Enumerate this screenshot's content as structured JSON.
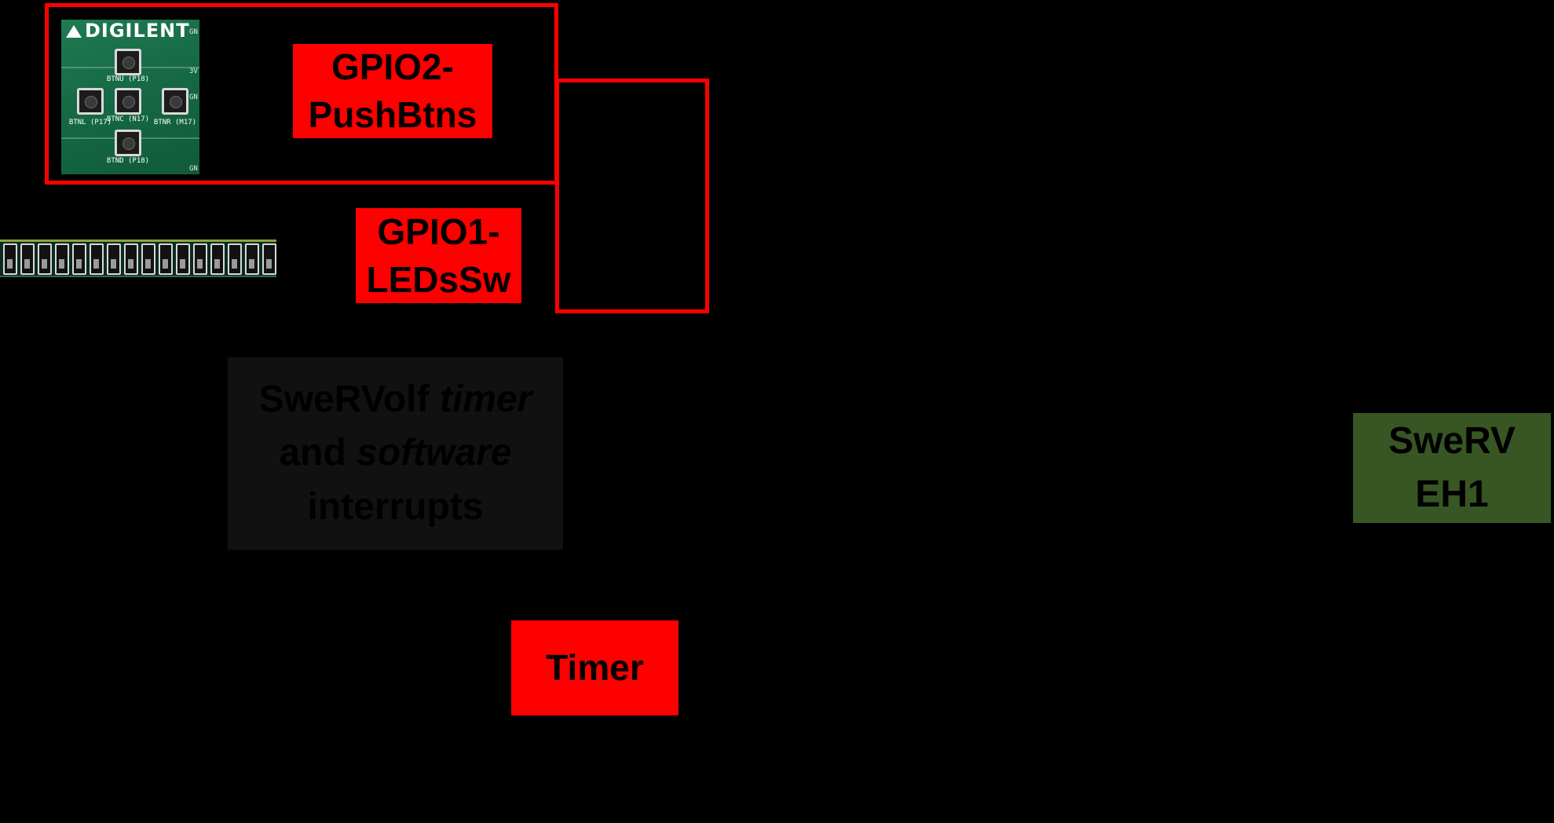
{
  "diagram": {
    "background_color": "#000000",
    "accent_red": "#ff0000",
    "core_green": "#375623",
    "interrupt_box_color": "#111111",
    "gpio2_label": {
      "line1": "GPIO2-",
      "line2": "PushBtns"
    },
    "gpio1_label": {
      "line1": "GPIO1-",
      "line2": "LEDsSw"
    },
    "timer_label": "Timer",
    "interrupts_label": {
      "line1_plain": "SweRVolf ",
      "line1_italic": "timer",
      "line2_plain": "and ",
      "line2_italic": "software",
      "line3": "interrupts"
    },
    "core_label": {
      "line1": "SweRV",
      "line2": "EH1"
    }
  },
  "board_photo": {
    "logo_text": "DIGILENT",
    "buttons": [
      {
        "name": "btnu",
        "label": "BTNU (P18)"
      },
      {
        "name": "btnl",
        "label": "BTNL (P17)"
      },
      {
        "name": "btnc",
        "label": "BTNC (N17)"
      },
      {
        "name": "btnr",
        "label": "BTNR (M17)"
      },
      {
        "name": "btnd",
        "label": "BTND (P18)"
      }
    ],
    "side_marks": [
      "GN",
      "3V",
      "GN",
      "GN"
    ]
  },
  "switch_strip": {
    "switch_count": 16
  }
}
